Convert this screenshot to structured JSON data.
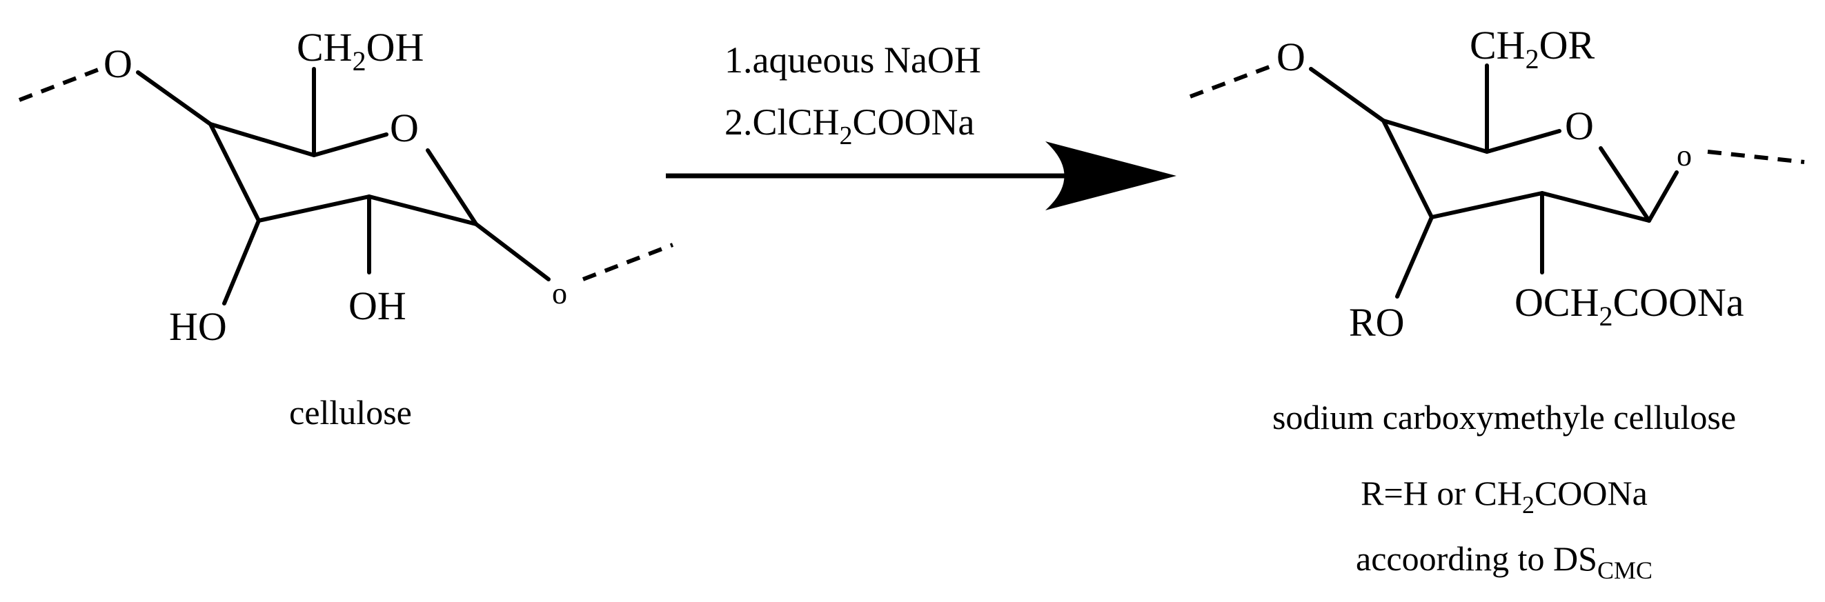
{
  "reaction": {
    "step_1": "1.aqueous NaOH",
    "step_2_pre": "2.ClCH",
    "step_2_sub": "2",
    "step_2_post": "COONa"
  },
  "reactant": {
    "name": "cellulose",
    "substituents": {
      "top_pre": "CH",
      "top_sub": "2",
      "top_post": "OH",
      "ring_o": "O",
      "left_o": "O",
      "right_o": "o",
      "ho_left": "HO",
      "oh_mid": "OH"
    }
  },
  "product": {
    "name": "sodium carboxymethyle cellulose",
    "r_def_pre": "R=H or CH",
    "r_def_sub": "2",
    "r_def_post": "COONa",
    "ds_pre": "accoording to DS",
    "ds_sub": "CMC",
    "substituents": {
      "top_pre": "CH",
      "top_sub": "2",
      "top_post": "OR",
      "ring_o": "O",
      "left_o": "O",
      "right_o": "o",
      "ro": "RO",
      "och_pre": "OCH",
      "och_sub": "2",
      "och_post": "COONa"
    }
  }
}
